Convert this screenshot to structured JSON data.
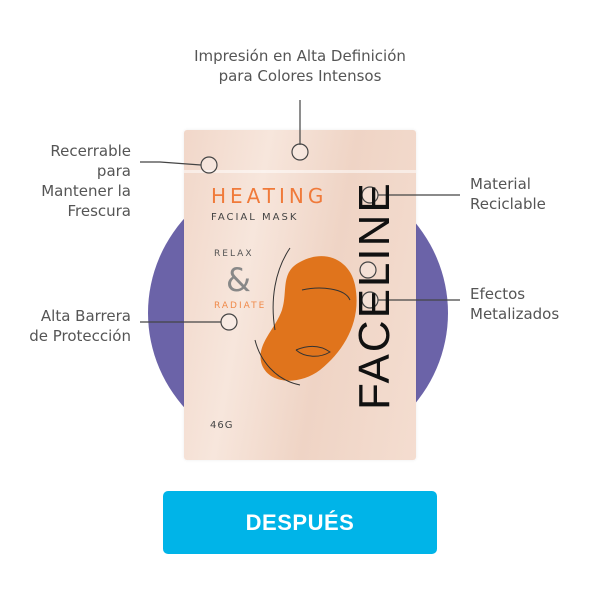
{
  "product": {
    "line1": "HEATING",
    "line2": "FACIAL MASK",
    "brand": "FACELINE",
    "weight": "46G",
    "relax": "RELAX",
    "amp": "&",
    "radiate": "RADIATE"
  },
  "callouts": {
    "top": [
      "Impresión en Alta Definición",
      "para Colores Intensos"
    ],
    "reclose": [
      "Recerrable",
      "para",
      "Mantener la",
      "Frescura"
    ],
    "recycle": [
      "Material",
      "Reciclable"
    ],
    "barrier": [
      "Alta Barrera",
      "de Protección"
    ],
    "metal": [
      "Efectos",
      "Metalizados"
    ]
  },
  "button": {
    "label": "DESPUÉS"
  },
  "colors": {
    "accent_circle": "#6b63a8",
    "button": "#00b4e8",
    "heating": "#f07a3a",
    "mask": "#e07020"
  }
}
